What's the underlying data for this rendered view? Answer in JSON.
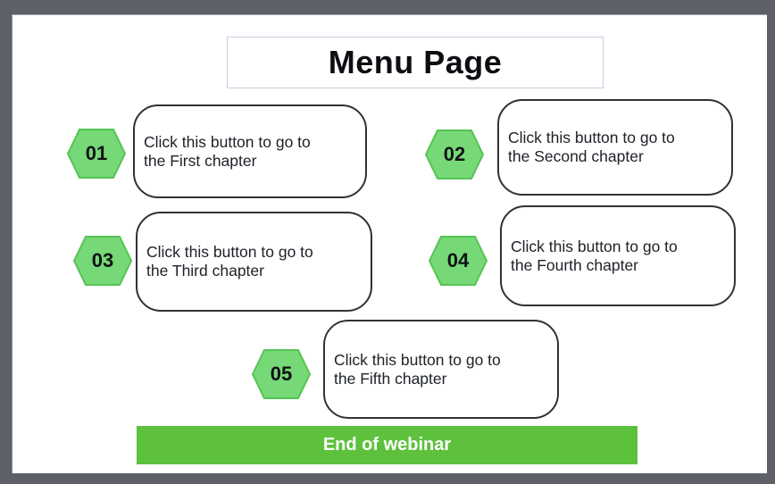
{
  "page": {
    "title": "Menu Page",
    "footer_label": "End of webinar"
  },
  "menu": {
    "items": [
      {
        "number": "01",
        "line1": "Click this button to go to",
        "line2": "the First chapter"
      },
      {
        "number": "02",
        "line1": "Click this button to go to",
        "line2": "the Second chapter"
      },
      {
        "number": "03",
        "line1": "Click this button to go to",
        "line2": "the Third chapter"
      },
      {
        "number": "04",
        "line1": "Click this button to go to",
        "line2": "the Fourth chapter"
      },
      {
        "number": "05",
        "line1": "Click this button to go to",
        "line2": "the Fifth chapter"
      }
    ]
  },
  "colors": {
    "hex_fill": "#76d876",
    "hex_stroke": "#55c455",
    "footer_green": "#5ec13e",
    "frame_gray": "#5d6067",
    "card_border": "#2f3237",
    "title_box_border": "#c9cee1"
  }
}
